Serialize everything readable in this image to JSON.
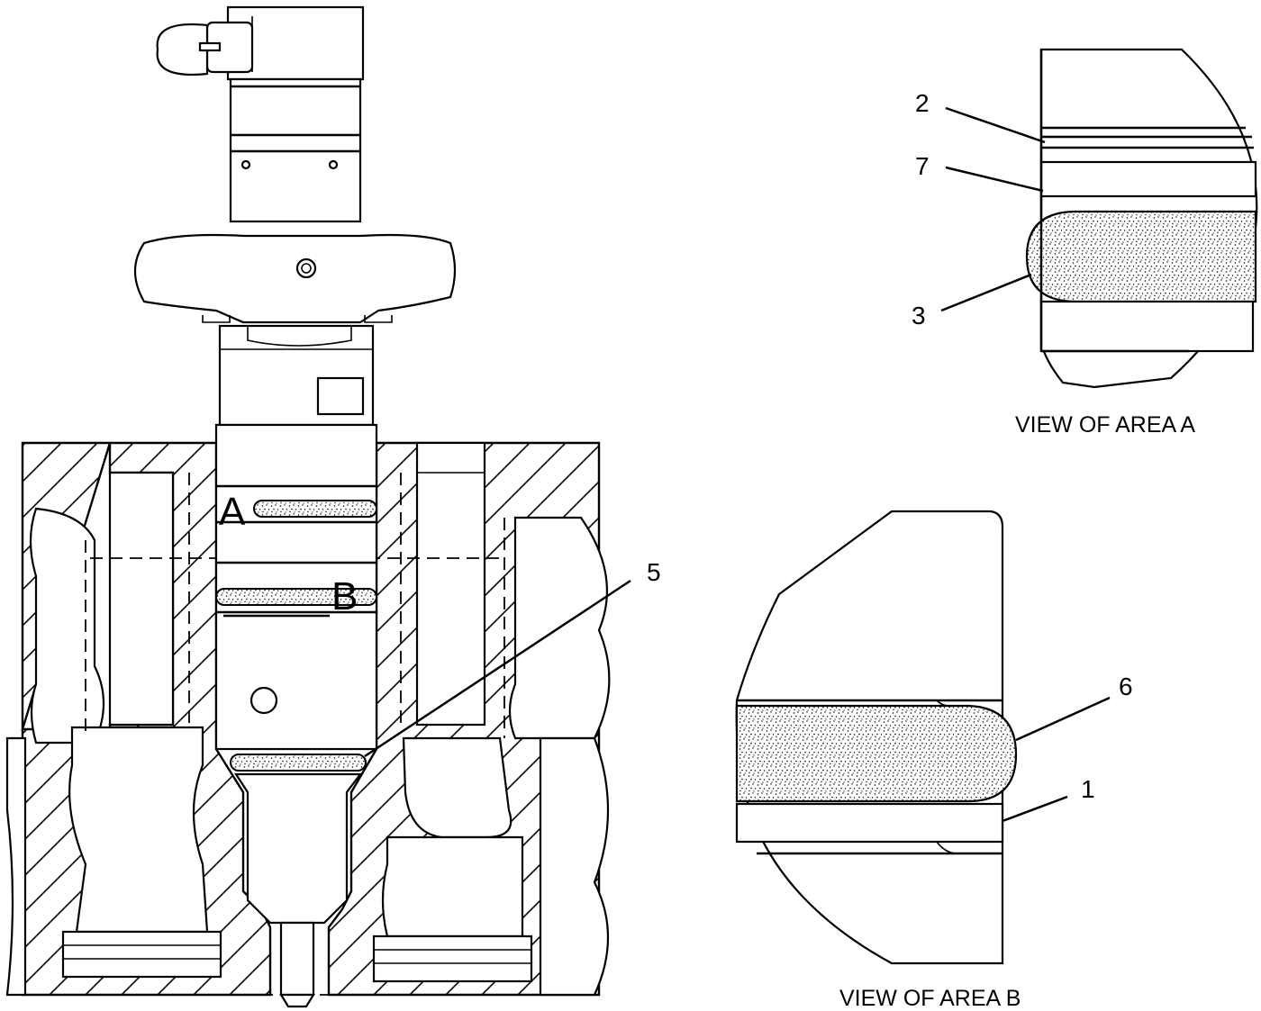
{
  "callouts": {
    "main_a": "A",
    "main_b": "B",
    "c5": "5",
    "c2": "2",
    "c7": "7",
    "c3": "3",
    "c6": "6",
    "c1": "1"
  },
  "captions": {
    "area_a": "VIEW OF AREA A",
    "area_b": "VIEW OF AREA B"
  },
  "colors": {
    "line": "#000000",
    "background": "#ffffff"
  }
}
